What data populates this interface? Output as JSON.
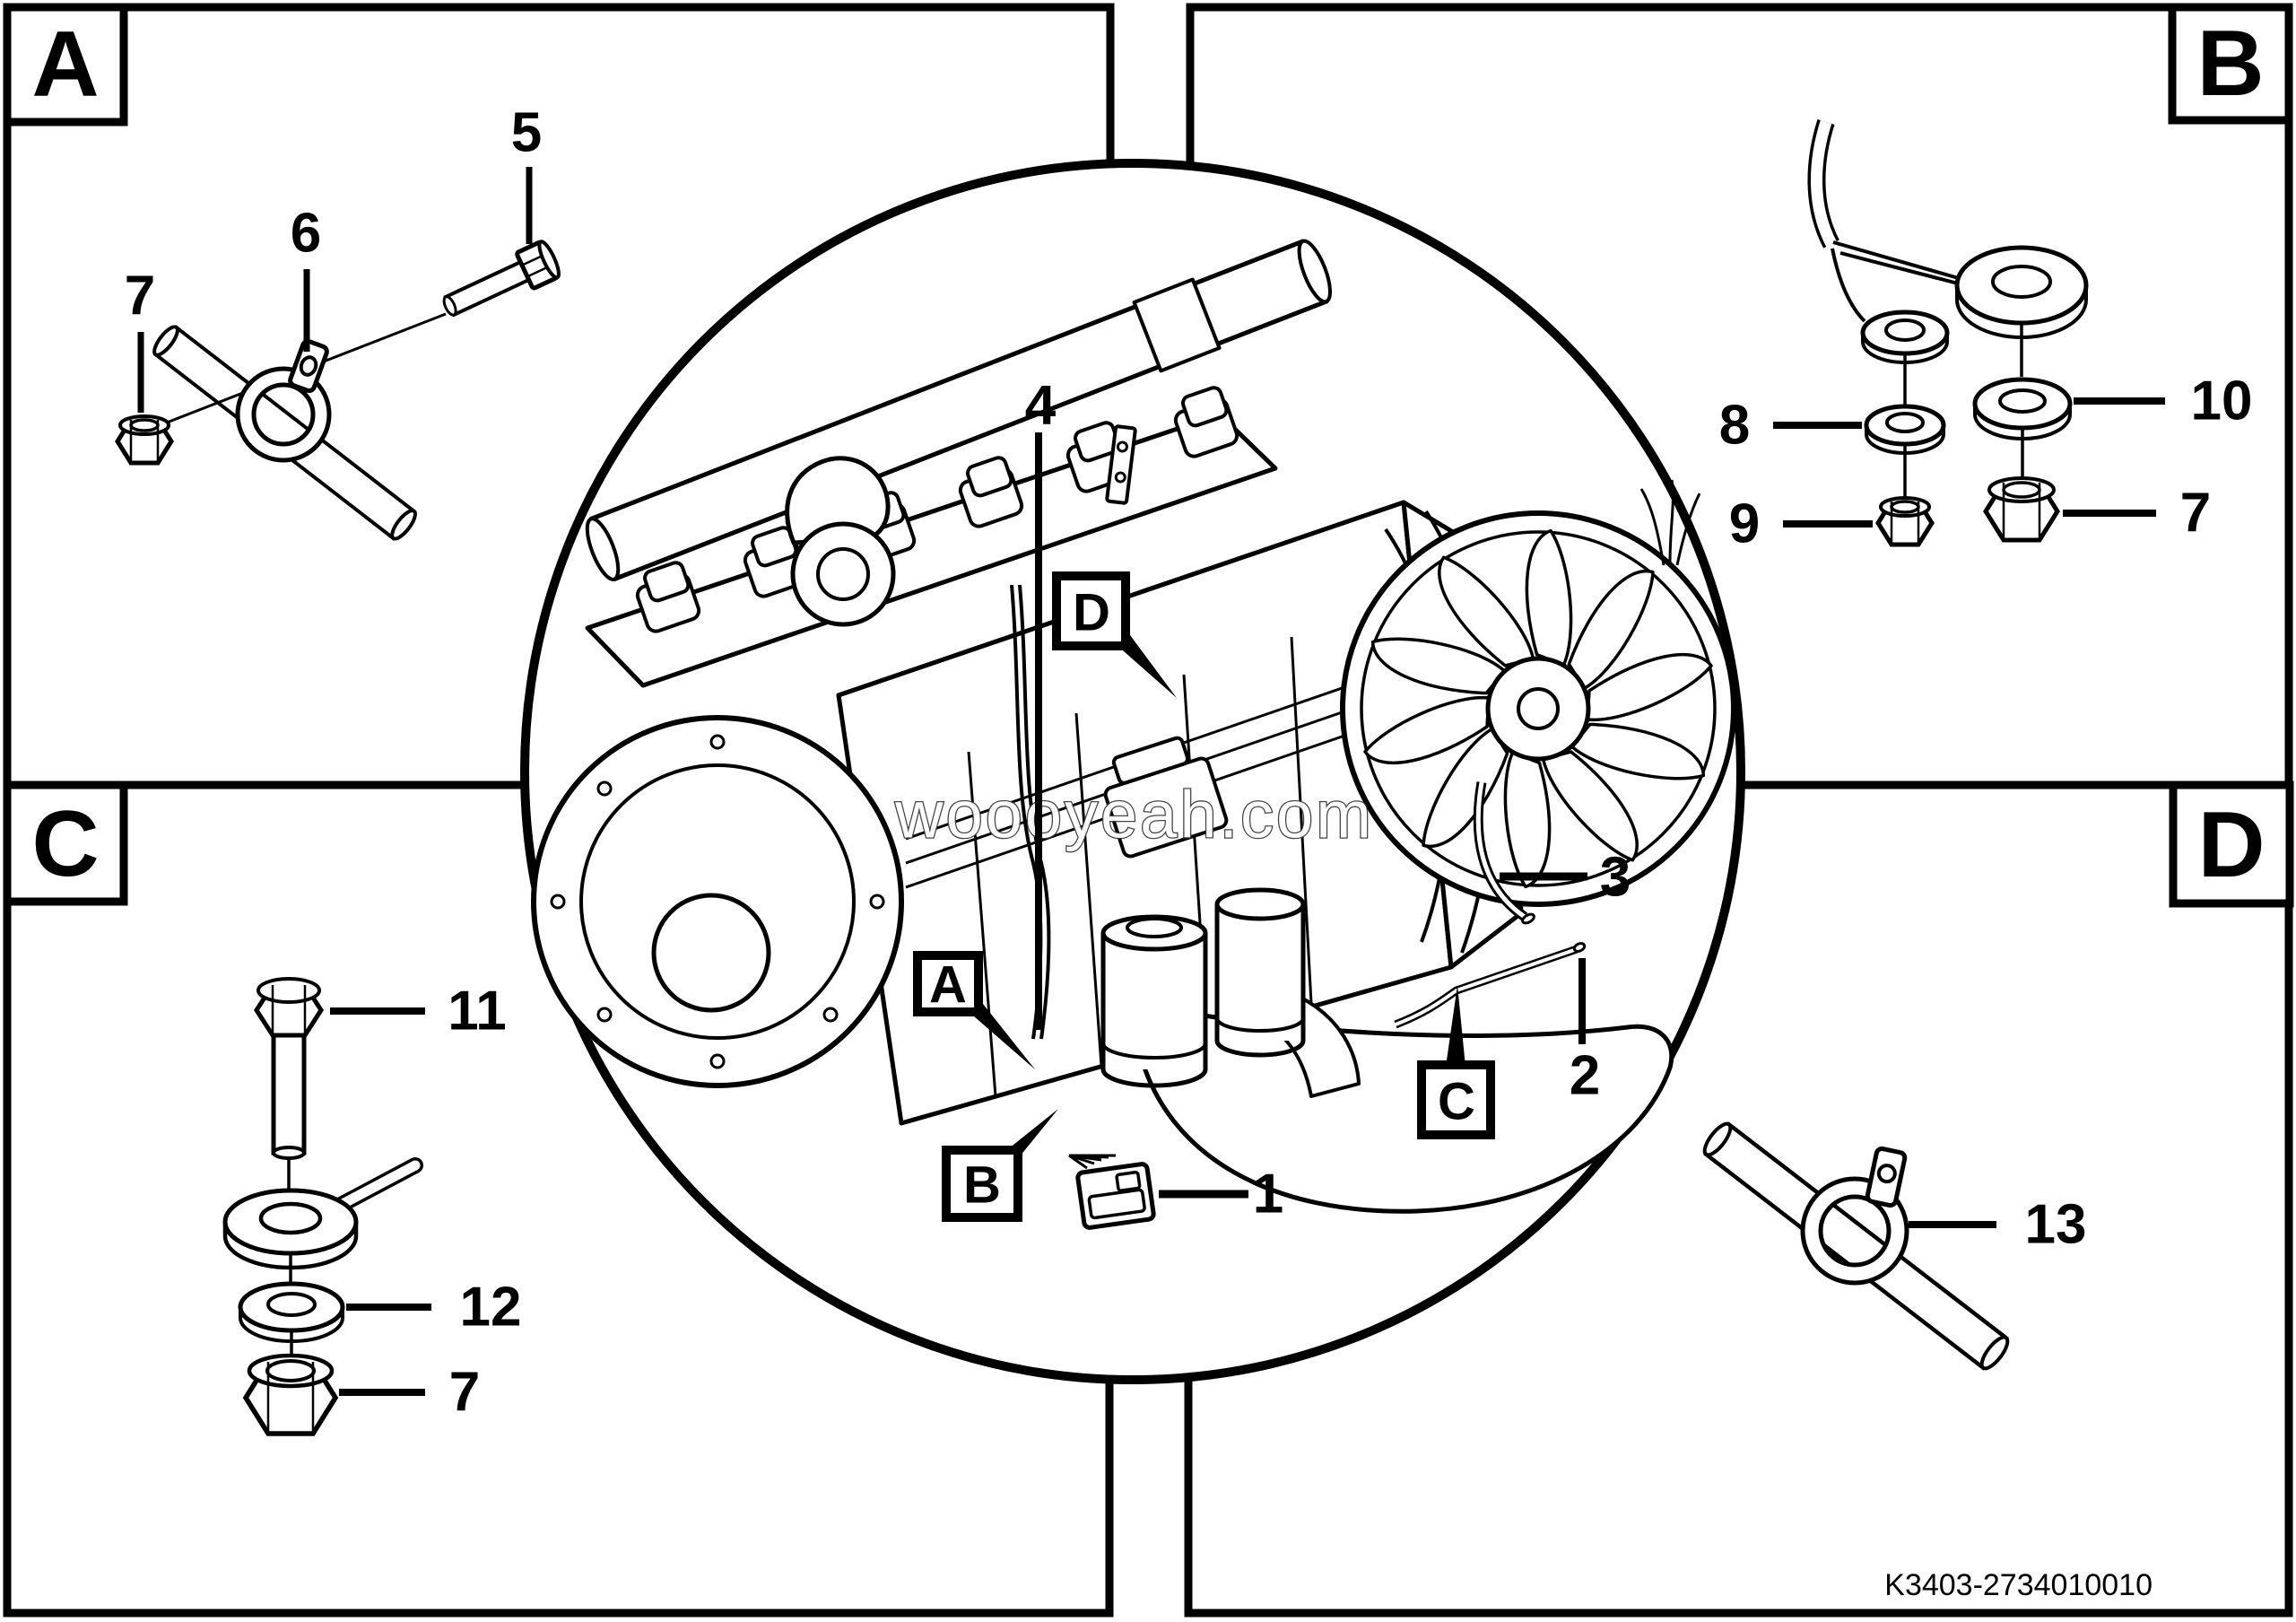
{
  "diagram": {
    "watermark": "woooyeah.com",
    "code": "K3403-2734010010"
  },
  "quadrant_labels": {
    "a": "A",
    "b": "B",
    "c": "C",
    "d": "D"
  },
  "engine_callout_labels": {
    "a": "A",
    "b": "B",
    "c": "C",
    "d": "D"
  },
  "part_numbers": {
    "1": "1",
    "2": "2",
    "3": "3",
    "4": "4",
    "5": "5",
    "6": "6",
    "7": "7",
    "8": "8",
    "9": "9",
    "10": "10",
    "11": "11",
    "12": "12",
    "13": "13"
  }
}
